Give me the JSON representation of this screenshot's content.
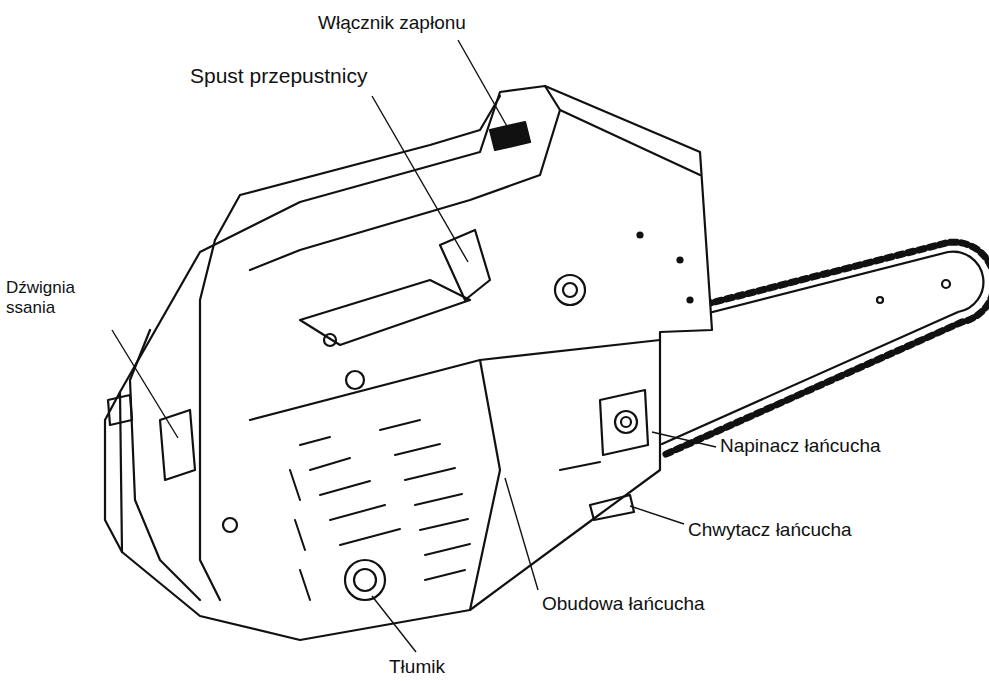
{
  "diagram": {
    "labels": [
      "Włącznik zapłonu",
      "Spust przepustnicy",
      "Dźwignia ssania",
      "Napinacz łańcucha",
      "Chwytacz łańcucha",
      "Obudowa łańcucha",
      "Tłumik"
    ]
  }
}
